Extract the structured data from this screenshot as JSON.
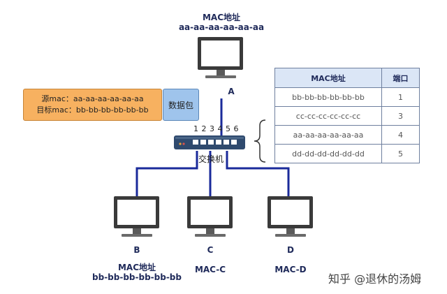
{
  "pc_a": {
    "mac_title": "MAC地址",
    "mac_value": "aa-aa-aa-aa-aa-aa",
    "label": "A"
  },
  "pc_b": {
    "label": "B",
    "mac_title": "MAC地址",
    "mac_value": "bb-bb-bb-bb-bb-bb"
  },
  "pc_c": {
    "label": "C",
    "mac": "MAC-C"
  },
  "pc_d": {
    "label": "D",
    "mac": "MAC-D"
  },
  "packet": {
    "src": "源mac：aa-aa-aa-aa-aa-aa",
    "dst": "目标mac：bb-bb-bb-bb-bb-bb",
    "tag": "数据包"
  },
  "switch": {
    "label": "交换机",
    "ports": "1 2 3 4 5 6"
  },
  "mac_table": {
    "headers": [
      "MAC地址",
      "端口"
    ],
    "rows": [
      [
        "bb-bb-bb-bb-bb-bb",
        "1"
      ],
      [
        "cc-cc-cc-cc-cc-cc",
        "3"
      ],
      [
        "aa-aa-aa-aa-aa-aa",
        "4"
      ],
      [
        "dd-dd-dd-dd-dd-dd",
        "5"
      ]
    ]
  },
  "watermark": "知乎 @退休的汤姆",
  "colors": {
    "link": "#1a2a9a",
    "switch": "#2f4a6e",
    "monitor_frame": "#3a3a3a"
  }
}
